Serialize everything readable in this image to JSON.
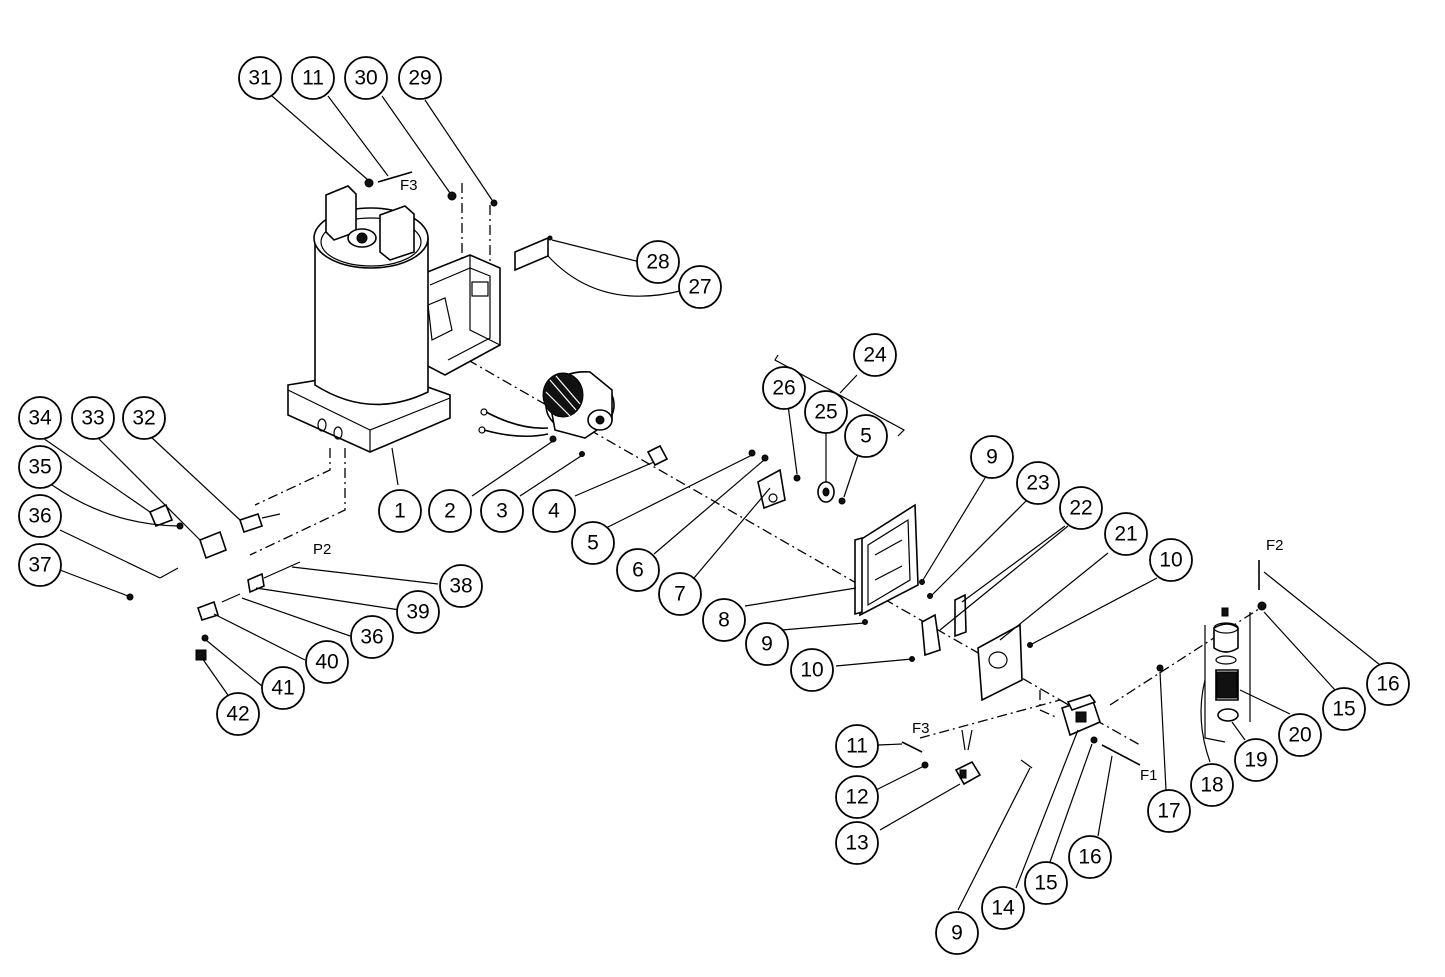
{
  "balloons": [
    {
      "id": "b31",
      "label": "31"
    },
    {
      "id": "b11a",
      "label": "11"
    },
    {
      "id": "b30",
      "label": "30"
    },
    {
      "id": "b29",
      "label": "29"
    },
    {
      "id": "b28",
      "label": "28"
    },
    {
      "id": "b27",
      "label": "27"
    },
    {
      "id": "b24",
      "label": "24"
    },
    {
      "id": "b26",
      "label": "26"
    },
    {
      "id": "b25",
      "label": "25"
    },
    {
      "id": "b5a",
      "label": "5"
    },
    {
      "id": "b34",
      "label": "34"
    },
    {
      "id": "b33",
      "label": "33"
    },
    {
      "id": "b32",
      "label": "32"
    },
    {
      "id": "b35",
      "label": "35"
    },
    {
      "id": "b36a",
      "label": "36"
    },
    {
      "id": "b37",
      "label": "37"
    },
    {
      "id": "b1",
      "label": "1"
    },
    {
      "id": "b2",
      "label": "2"
    },
    {
      "id": "b3",
      "label": "3"
    },
    {
      "id": "b4",
      "label": "4"
    },
    {
      "id": "b5b",
      "label": "5"
    },
    {
      "id": "b6",
      "label": "6"
    },
    {
      "id": "b7",
      "label": "7"
    },
    {
      "id": "b8",
      "label": "8"
    },
    {
      "id": "b9a",
      "label": "9"
    },
    {
      "id": "b9b",
      "label": "9"
    },
    {
      "id": "b10a",
      "label": "10"
    },
    {
      "id": "b23",
      "label": "23"
    },
    {
      "id": "b22",
      "label": "22"
    },
    {
      "id": "b21",
      "label": "21"
    },
    {
      "id": "b10b",
      "label": "10"
    },
    {
      "id": "b38",
      "label": "38"
    },
    {
      "id": "b39",
      "label": "39"
    },
    {
      "id": "b36b",
      "label": "36"
    },
    {
      "id": "b40",
      "label": "40"
    },
    {
      "id": "b41",
      "label": "41"
    },
    {
      "id": "b42",
      "label": "42"
    },
    {
      "id": "b11b",
      "label": "11"
    },
    {
      "id": "b12",
      "label": "12"
    },
    {
      "id": "b13",
      "label": "13"
    },
    {
      "id": "b9c",
      "label": "9"
    },
    {
      "id": "b14",
      "label": "14"
    },
    {
      "id": "b15a",
      "label": "15"
    },
    {
      "id": "b16a",
      "label": "16"
    },
    {
      "id": "b17",
      "label": "17"
    },
    {
      "id": "b18",
      "label": "18"
    },
    {
      "id": "b19",
      "label": "19"
    },
    {
      "id": "b20",
      "label": "20"
    },
    {
      "id": "b15b",
      "label": "15"
    },
    {
      "id": "b16b",
      "label": "16"
    }
  ],
  "tags": {
    "f3_top": "F3",
    "f3_bottom": "F3",
    "f1": "F1",
    "f2": "F2",
    "p2": "P2"
  }
}
